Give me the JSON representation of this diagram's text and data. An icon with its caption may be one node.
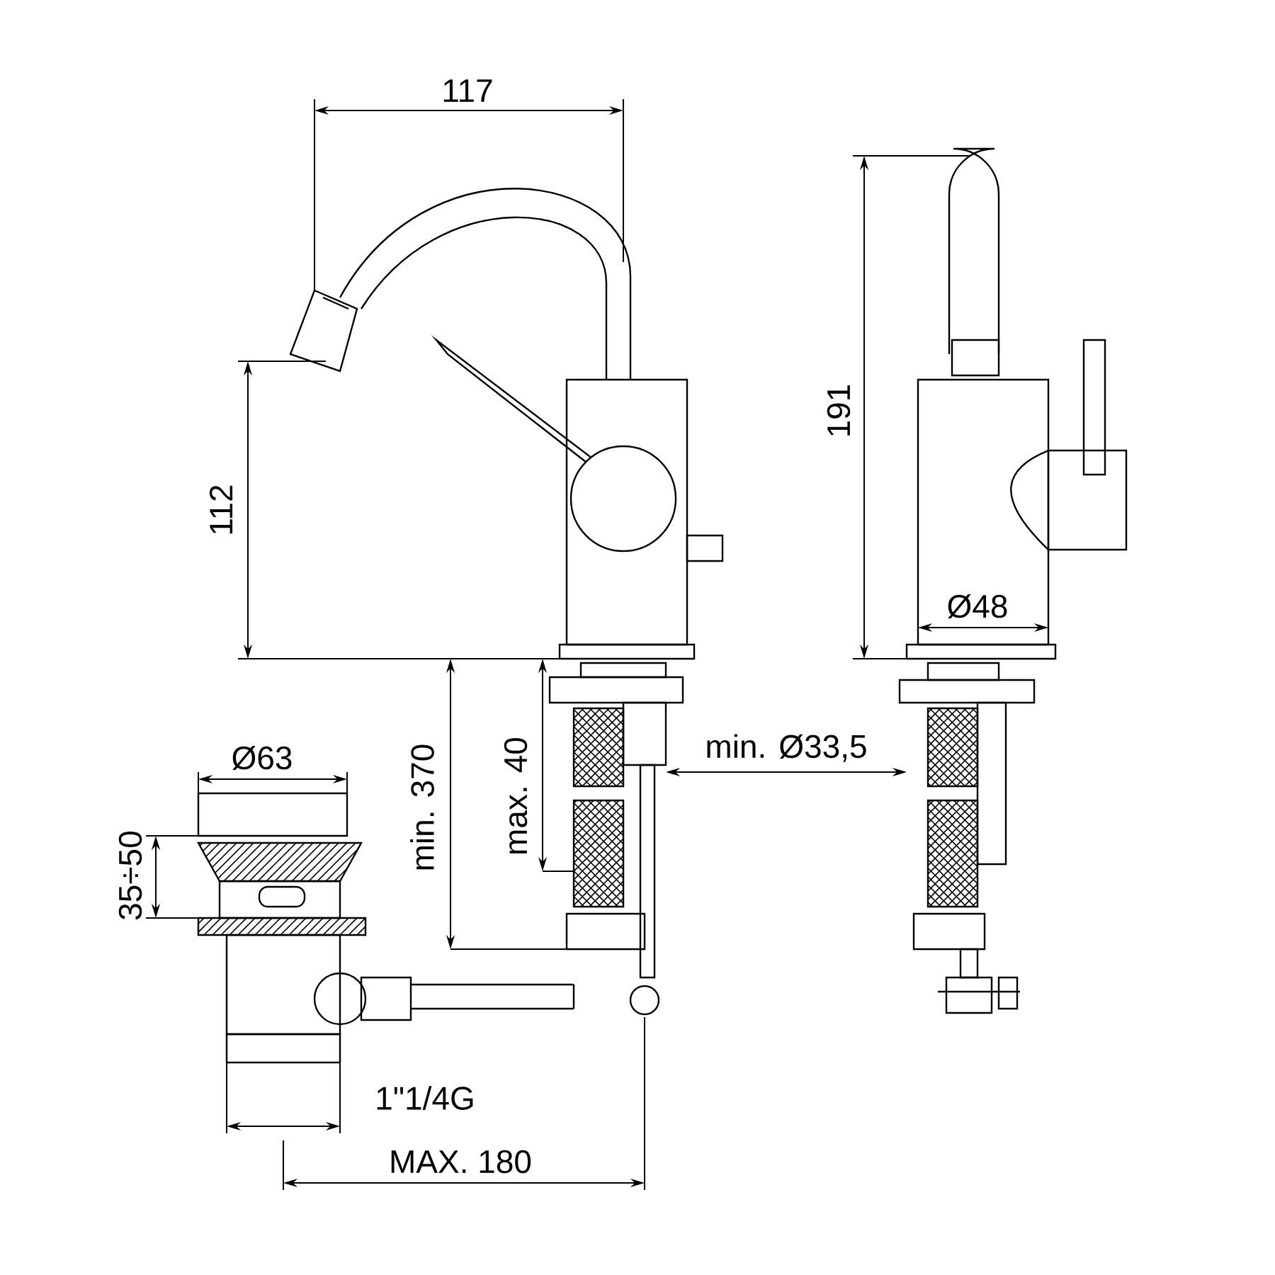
{
  "diagram": {
    "labels": [
      "117",
      "191",
      "112",
      "Ø48",
      "Ø63",
      "min. Ø33,5",
      "min. 370",
      "max. 40",
      "35÷50",
      "1\"1/4G",
      "MAX. 180"
    ]
  }
}
